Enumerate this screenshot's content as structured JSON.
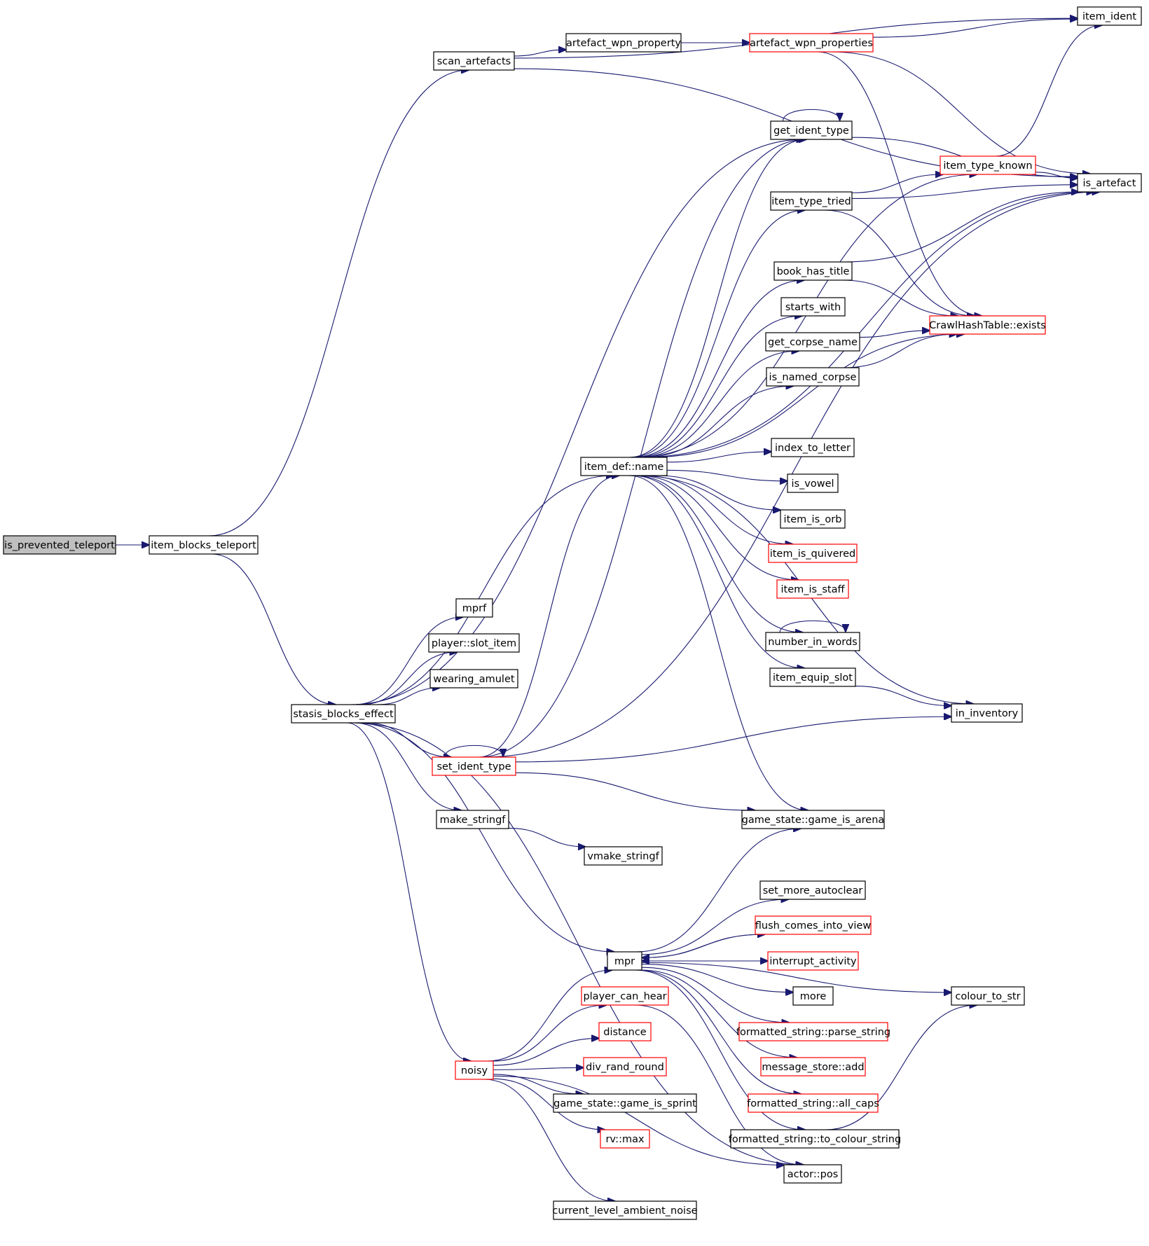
{
  "diagram": {
    "edge_color": "#191970",
    "node_border_color": "#000000",
    "highlight_border_color": "#ff0000",
    "root_fill_color": "#bfbfbf",
    "nodes": [
      {
        "id": "is_prevented_teleport",
        "label": "is_prevented_teleport",
        "style": "root"
      },
      {
        "id": "item_blocks_teleport",
        "label": "item_blocks_teleport",
        "style": "normal"
      },
      {
        "id": "scan_artefacts",
        "label": "scan_artefacts",
        "style": "normal"
      },
      {
        "id": "artefact_wpn_property",
        "label": "artefact_wpn_property",
        "style": "normal"
      },
      {
        "id": "artefact_wpn_properties",
        "label": "artefact_wpn_properties",
        "style": "red"
      },
      {
        "id": "item_ident",
        "label": "item_ident",
        "style": "normal"
      },
      {
        "id": "is_artefact",
        "label": "is_artefact",
        "style": "normal"
      },
      {
        "id": "get_ident_type",
        "label": "get_ident_type",
        "style": "normal"
      },
      {
        "id": "item_type_known",
        "label": "item_type_known",
        "style": "red"
      },
      {
        "id": "item_type_tried",
        "label": "item_type_tried",
        "style": "normal"
      },
      {
        "id": "book_has_title",
        "label": "book_has_title",
        "style": "normal"
      },
      {
        "id": "starts_with",
        "label": "starts_with",
        "style": "normal"
      },
      {
        "id": "get_corpse_name",
        "label": "get_corpse_name",
        "style": "normal"
      },
      {
        "id": "is_named_corpse",
        "label": "is_named_corpse",
        "style": "normal"
      },
      {
        "id": "crawl_exists",
        "label": "CrawlHashTable::exists",
        "style": "red"
      },
      {
        "id": "index_to_letter",
        "label": "index_to_letter",
        "style": "normal"
      },
      {
        "id": "is_vowel",
        "label": "is_vowel",
        "style": "normal"
      },
      {
        "id": "item_is_orb",
        "label": "item_is_orb",
        "style": "normal"
      },
      {
        "id": "item_is_quivered",
        "label": "item_is_quivered",
        "style": "red"
      },
      {
        "id": "item_is_staff",
        "label": "item_is_staff",
        "style": "red"
      },
      {
        "id": "number_in_words",
        "label": "number_in_words",
        "style": "normal"
      },
      {
        "id": "item_equip_slot",
        "label": "item_equip_slot",
        "style": "normal"
      },
      {
        "id": "in_inventory",
        "label": "in_inventory",
        "style": "normal"
      },
      {
        "id": "item_def_name",
        "label": "item_def::name",
        "style": "normal"
      },
      {
        "id": "mprf",
        "label": "mprf",
        "style": "normal"
      },
      {
        "id": "slot_item",
        "label": "player::slot_item",
        "style": "normal"
      },
      {
        "id": "wearing_amulet",
        "label": "wearing_amulet",
        "style": "normal"
      },
      {
        "id": "stasis_blocks_effect",
        "label": "stasis_blocks_effect",
        "style": "normal"
      },
      {
        "id": "set_ident_type",
        "label": "set_ident_type",
        "style": "red"
      },
      {
        "id": "make_stringf",
        "label": "make_stringf",
        "style": "normal"
      },
      {
        "id": "vmake_stringf",
        "label": "vmake_stringf",
        "style": "normal"
      },
      {
        "id": "game_is_arena",
        "label": "game_state::game_is_arena",
        "style": "normal"
      },
      {
        "id": "set_more_autoclear",
        "label": "set_more_autoclear",
        "style": "normal"
      },
      {
        "id": "flush_comes_into_view",
        "label": "flush_comes_into_view",
        "style": "red"
      },
      {
        "id": "interrupt_activity",
        "label": "interrupt_activity",
        "style": "red"
      },
      {
        "id": "more",
        "label": "more",
        "style": "normal"
      },
      {
        "id": "mpr",
        "label": "mpr",
        "style": "normal"
      },
      {
        "id": "colour_to_str",
        "label": "colour_to_str",
        "style": "normal"
      },
      {
        "id": "player_can_hear",
        "label": "player_can_hear",
        "style": "red"
      },
      {
        "id": "parse_string",
        "label": "formatted_string::parse_string",
        "style": "red"
      },
      {
        "id": "distance",
        "label": "distance",
        "style": "red"
      },
      {
        "id": "message_store_add",
        "label": "message_store::add",
        "style": "red"
      },
      {
        "id": "noisy",
        "label": "noisy",
        "style": "red"
      },
      {
        "id": "div_rand_round",
        "label": "div_rand_round",
        "style": "red"
      },
      {
        "id": "all_caps",
        "label": "formatted_string::all_caps",
        "style": "red"
      },
      {
        "id": "game_is_sprint",
        "label": "game_state::game_is_sprint",
        "style": "normal"
      },
      {
        "id": "rv_max",
        "label": "rv::max",
        "style": "red"
      },
      {
        "id": "to_colour_string",
        "label": "formatted_string::to_colour_string",
        "style": "normal"
      },
      {
        "id": "actor_pos",
        "label": "actor::pos",
        "style": "normal"
      },
      {
        "id": "current_level_ambient_noise",
        "label": "current_level_ambient_noise",
        "style": "normal"
      }
    ],
    "edges": [
      [
        "is_prevented_teleport",
        "item_blocks_teleport"
      ],
      [
        "item_blocks_teleport",
        "scan_artefacts"
      ],
      [
        "item_blocks_teleport",
        "stasis_blocks_effect"
      ],
      [
        "scan_artefacts",
        "item_ident"
      ],
      [
        "scan_artefacts",
        "artefact_wpn_property"
      ],
      [
        "scan_artefacts",
        "is_artefact"
      ],
      [
        "artefact_wpn_property",
        "artefact_wpn_properties"
      ],
      [
        "artefact_wpn_properties",
        "item_ident"
      ],
      [
        "artefact_wpn_properties",
        "is_artefact"
      ],
      [
        "artefact_wpn_properties",
        "crawl_exists"
      ],
      [
        "get_ident_type",
        "get_ident_type"
      ],
      [
        "get_ident_type",
        "is_artefact"
      ],
      [
        "item_type_known",
        "item_ident"
      ],
      [
        "item_type_known",
        "is_artefact"
      ],
      [
        "item_type_tried",
        "item_type_known"
      ],
      [
        "item_type_tried",
        "is_artefact"
      ],
      [
        "item_type_tried",
        "crawl_exists"
      ],
      [
        "book_has_title",
        "is_artefact"
      ],
      [
        "book_has_title",
        "crawl_exists"
      ],
      [
        "get_corpse_name",
        "crawl_exists"
      ],
      [
        "is_named_corpse",
        "crawl_exists"
      ],
      [
        "item_def_name",
        "get_ident_type"
      ],
      [
        "item_def_name",
        "item_type_known"
      ],
      [
        "item_def_name",
        "item_type_tried"
      ],
      [
        "item_def_name",
        "is_artefact"
      ],
      [
        "item_def_name",
        "book_has_title"
      ],
      [
        "item_def_name",
        "starts_with"
      ],
      [
        "item_def_name",
        "get_corpse_name"
      ],
      [
        "item_def_name",
        "is_named_corpse"
      ],
      [
        "item_def_name",
        "crawl_exists"
      ],
      [
        "item_def_name",
        "index_to_letter"
      ],
      [
        "item_def_name",
        "is_vowel"
      ],
      [
        "item_def_name",
        "item_is_orb"
      ],
      [
        "item_def_name",
        "item_is_quivered"
      ],
      [
        "item_def_name",
        "item_is_staff"
      ],
      [
        "item_def_name",
        "number_in_words"
      ],
      [
        "item_def_name",
        "item_equip_slot"
      ],
      [
        "item_def_name",
        "in_inventory"
      ],
      [
        "item_def_name",
        "game_is_arena"
      ],
      [
        "number_in_words",
        "number_in_words"
      ],
      [
        "item_equip_slot",
        "in_inventory"
      ],
      [
        "stasis_blocks_effect",
        "get_ident_type"
      ],
      [
        "stasis_blocks_effect",
        "mprf"
      ],
      [
        "stasis_blocks_effect",
        "slot_item"
      ],
      [
        "stasis_blocks_effect",
        "wearing_amulet"
      ],
      [
        "stasis_blocks_effect",
        "item_def_name"
      ],
      [
        "stasis_blocks_effect",
        "set_ident_type"
      ],
      [
        "stasis_blocks_effect",
        "make_stringf"
      ],
      [
        "stasis_blocks_effect",
        "mpr"
      ],
      [
        "stasis_blocks_effect",
        "noisy"
      ],
      [
        "stasis_blocks_effect",
        "actor_pos"
      ],
      [
        "set_ident_type",
        "set_ident_type"
      ],
      [
        "set_ident_type",
        "get_ident_type"
      ],
      [
        "set_ident_type",
        "item_def_name"
      ],
      [
        "set_ident_type",
        "in_inventory"
      ],
      [
        "set_ident_type",
        "is_artefact"
      ],
      [
        "set_ident_type",
        "game_is_arena"
      ],
      [
        "make_stringf",
        "vmake_stringf"
      ],
      [
        "mpr",
        "game_is_arena"
      ],
      [
        "mpr",
        "set_more_autoclear"
      ],
      [
        "mpr",
        "flush_comes_into_view"
      ],
      [
        "mpr",
        "interrupt_activity"
      ],
      [
        "mpr",
        "more"
      ],
      [
        "mpr",
        "colour_to_str"
      ],
      [
        "mpr",
        "parse_string"
      ],
      [
        "mpr",
        "message_store_add"
      ],
      [
        "mpr",
        "all_caps"
      ],
      [
        "mpr",
        "to_colour_string"
      ],
      [
        "flush_comes_into_view",
        "mpr"
      ],
      [
        "interrupt_activity",
        "mpr"
      ],
      [
        "to_colour_string",
        "colour_to_str"
      ],
      [
        "player_can_hear",
        "actor_pos"
      ],
      [
        "noisy",
        "mpr"
      ],
      [
        "noisy",
        "player_can_hear"
      ],
      [
        "noisy",
        "distance"
      ],
      [
        "noisy",
        "div_rand_round"
      ],
      [
        "noisy",
        "game_is_sprint"
      ],
      [
        "noisy",
        "rv_max"
      ],
      [
        "noisy",
        "actor_pos"
      ],
      [
        "noisy",
        "current_level_ambient_noise"
      ]
    ]
  }
}
